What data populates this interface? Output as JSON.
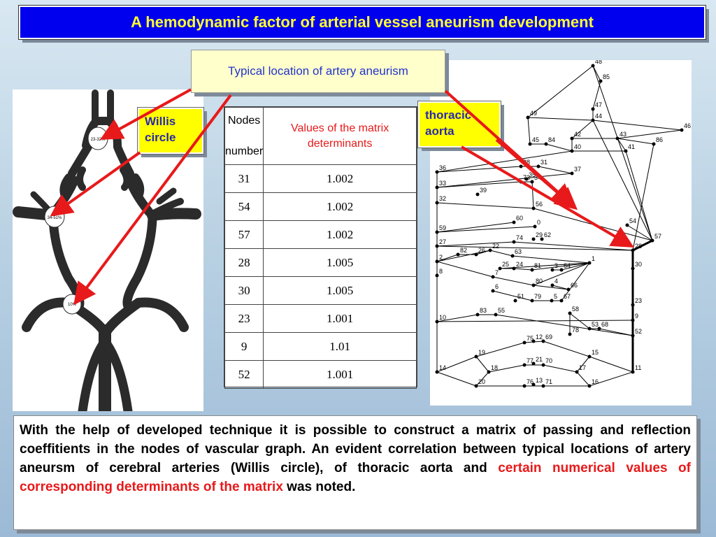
{
  "title": "A hemodynamic factor of arterial vessel aneurism development",
  "callout_location": "Typical location of artery aneurism",
  "willis_tag": "Willis circle",
  "aorta_tag": "thoracic aorta",
  "brain_labels": [
    "23-32%",
    "34-51%",
    "10%"
  ],
  "table": {
    "col1_header_line1": "Nodes",
    "col1_header_line2": "number",
    "col2_header": "Values of the matrix determinants",
    "rows": [
      {
        "node": "31",
        "value": "1.002"
      },
      {
        "node": "54",
        "value": "1.002"
      },
      {
        "node": "57",
        "value": "1.002"
      },
      {
        "node": "28",
        "value": "1.005"
      },
      {
        "node": "30",
        "value": "1.005"
      },
      {
        "node": "23",
        "value": "1.001"
      },
      {
        "node": "9",
        "value": "1.01"
      },
      {
        "node": "52",
        "value": "1.001"
      }
    ]
  },
  "description_part1": "With the help of developed technique it is possible to construct a matrix of passing and reflection coeffitients in the nodes of vascular graph. An evident correlation between typical locations of artery aneursm of cerebral arteries (Willis circle), of thoracic aorta  and ",
  "description_red": "certain numerical values of corresponding determinants of the matrix",
  "description_part3": " was noted.",
  "graph_nodes": [
    "48",
    "85",
    "47",
    "44",
    "49",
    "46",
    "42",
    "43",
    "45",
    "84",
    "40",
    "41",
    "86",
    "36",
    "38",
    "35",
    "31",
    "33",
    "37",
    "39",
    "73",
    "34",
    "32",
    "56",
    "59",
    "60",
    "0",
    "27",
    "74",
    "29",
    "62",
    "2",
    "82",
    "26",
    "22",
    "63",
    "1",
    "25",
    "24",
    "81",
    "3",
    "64",
    "28",
    "57",
    "54",
    "30",
    "8",
    "7",
    "80",
    "4",
    "66",
    "6",
    "51",
    "79",
    "5",
    "67",
    "23",
    "10",
    "83",
    "55",
    "58",
    "9",
    "53",
    "68",
    "78",
    "52",
    "75",
    "12",
    "69",
    "19",
    "15",
    "14",
    "18",
    "77",
    "21",
    "70",
    "17",
    "11",
    "20",
    "76",
    "13",
    "71",
    "16"
  ],
  "colors": {
    "title_bg": "#0000ee",
    "title_text": "#ffff33",
    "arrow": "#e8191a",
    "tag_bg": "#ffff00",
    "callout_bg": "#ffffcc"
  }
}
